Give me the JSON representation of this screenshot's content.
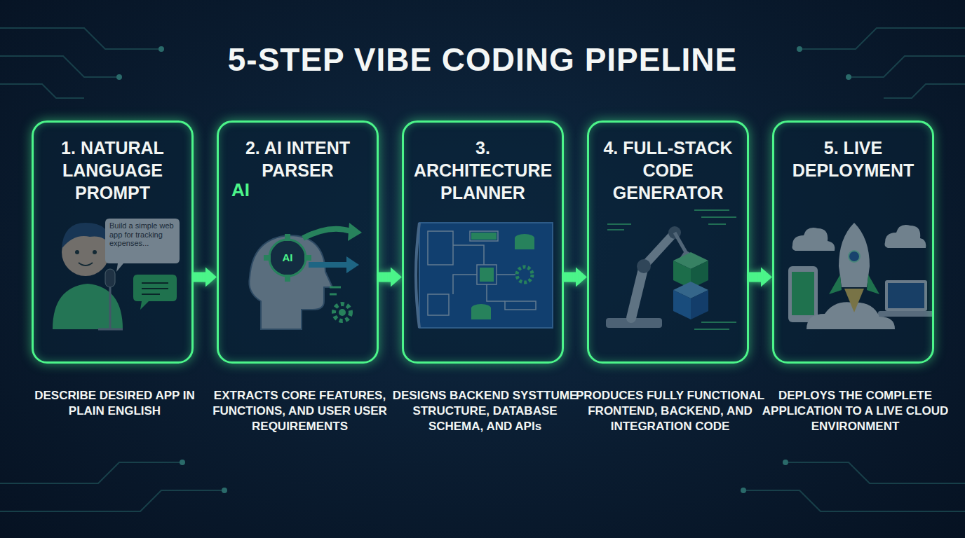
{
  "diagram": {
    "title": "5-STEP VIBE CODING PIPELINE",
    "nodes": [
      {
        "text": [
          "1. NATURAL LANGUAGE PROMPT",
          "DESCRIBE DESIRED APP IN PLAIN ENGLISH"
        ]
      },
      {
        "text": [
          "2. AI INTENT PARSER",
          "EXTRACTS CORE FEATURES, FUNCTIONS, AND USER USER REQUIREMENTS"
        ]
      },
      {
        "text": [
          "3. ARCHITECTURE PLANNER",
          "DESIGNS BACKEND SYSTTUME STRUCTURE, DATABASE SCHEMA, AND APIs"
        ]
      },
      {
        "text": [
          "4. FULL-STACK CODE GENERATOR",
          "PRODUCES FULLY FUNCTIONAL FRONTEND, BACKEND, AND INTEGRATION CODE"
        ]
      },
      {
        "text": [
          "5. LIVE DEPLOYMENT",
          "DEPLOYS THE COMPLETE APPLICATION TO A LIVE CLOUD ENVIRONMENT"
        ]
      }
    ],
    "edges": [
      {
        "from": 0,
        "to": 1,
        "arrow": "to"
      },
      {
        "from": 1,
        "to": 2,
        "arrow": "to"
      },
      {
        "from": 2,
        "to": 3,
        "arrow": "to"
      },
      {
        "from": 3,
        "to": 4,
        "arrow": "to"
      }
    ],
    "labels": [
      "Build a simple web app for tracking expenses...",
      "AI",
      "AI"
    ]
  }
}
